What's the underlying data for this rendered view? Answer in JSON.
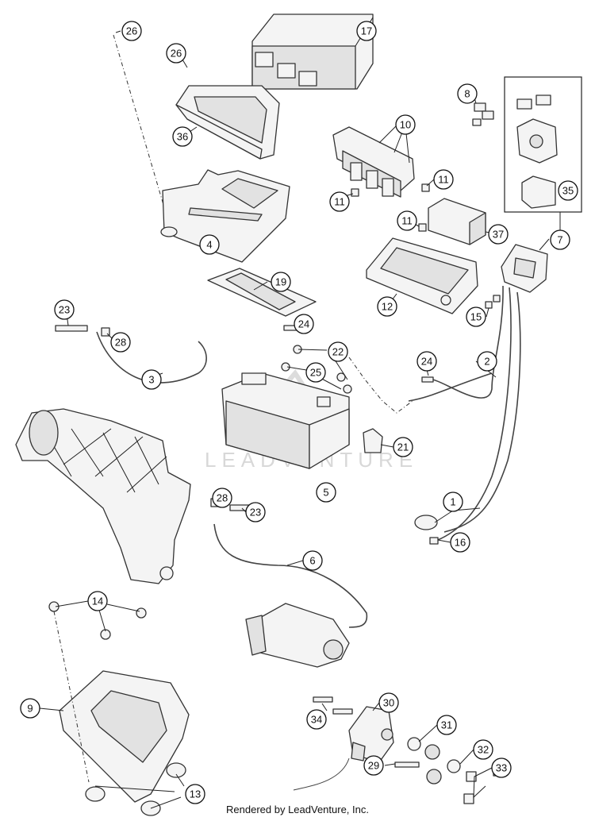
{
  "watermark_text": "LEADVENTURE",
  "footer_text": "Rendered by LeadVenture, Inc.",
  "callouts": [
    "26",
    "17",
    "26",
    "36",
    "8",
    "10",
    "11",
    "11",
    "35",
    "11",
    "37",
    "4",
    "7",
    "19",
    "12",
    "15",
    "23",
    "28",
    "24",
    "22",
    "2",
    "3",
    "25",
    "24",
    "21",
    "5",
    "1",
    "28",
    "23",
    "16",
    "6",
    "14",
    "9",
    "30",
    "34",
    "31",
    "32",
    "29",
    "33",
    "13"
  ]
}
